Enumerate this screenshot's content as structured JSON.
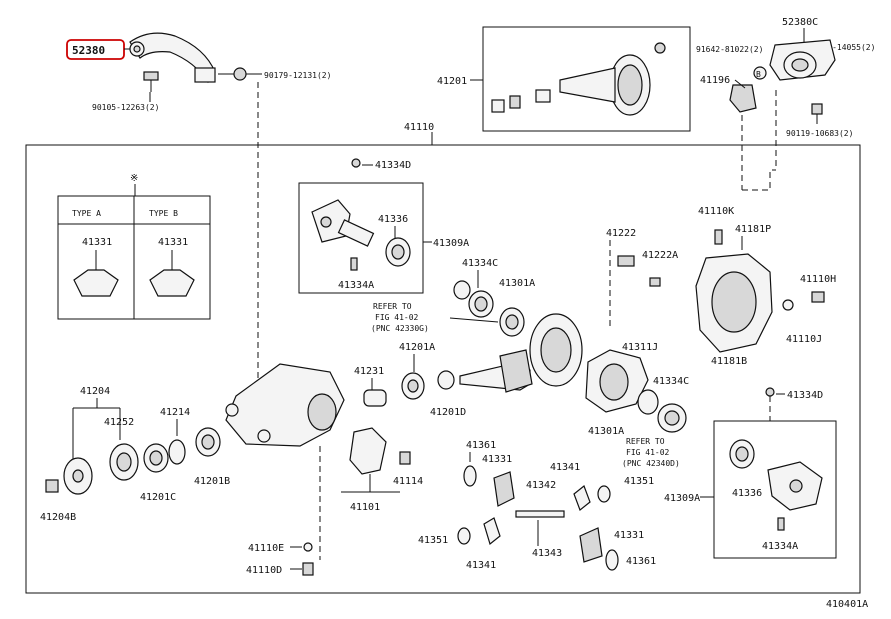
{
  "callouts": {
    "c_52380": "52380",
    "c_90105": "90105-12263(2)",
    "c_90179": "90179-12131(2)",
    "c_41201": "41201",
    "c_91642": "91642-81022(2)",
    "c_52380C": "52380C",
    "c_90119a": "90119-14055(2)",
    "c_41196": "41196",
    "c_90119b": "90119-10683(2)",
    "c_41110": "41110",
    "c_41334D_top": "41334D",
    "c_41336_top": "41336",
    "c_41309A_top": "41309A",
    "c_41334A_top": "41334A",
    "c_star": "※",
    "type_a": "TYPE A",
    "type_b": "TYPE B",
    "c_41331_a": "41331",
    "c_41331_b": "41331",
    "c_41334C_top": "41334C",
    "c_41301A_top": "41301A",
    "ref1_l1": "REFER TO",
    "ref1_l2": "FIG 41-02",
    "ref1_l3": "(PNC 42330G)",
    "c_41222": "41222",
    "c_41222A": "41222A",
    "c_41110K": "41110K",
    "c_41181P": "41181P",
    "c_41110H": "41110H",
    "c_41181B": "41181B",
    "c_41110J": "41110J",
    "c_41201A": "41201A",
    "c_41311J": "41311J",
    "c_41231": "41231",
    "c_41201D": "41201D",
    "c_41334C_mid": "41334C",
    "c_41334D_right": "41334D",
    "c_41204": "41204",
    "c_41252": "41252",
    "c_41214": "41214",
    "c_41301A_mid": "41301A",
    "ref2_l1": "REFER TO",
    "ref2_l2": "FIG 41-02",
    "ref2_l3": "(PNC 42340D)",
    "c_41361_top": "41361",
    "c_41331_mid": "41331",
    "c_41341_top": "41341",
    "c_41351_right": "41351",
    "c_41309A_right": "41309A",
    "c_41336_right": "41336",
    "c_41201B": "41201B",
    "c_41201C": "41201C",
    "c_41114": "41114",
    "c_41342": "41342",
    "c_41204B": "41204B",
    "c_41101": "41101",
    "c_41351_left": "41351",
    "c_41343": "41343",
    "c_41331_bot": "41331",
    "c_41361_bot": "41361",
    "c_41341_bot": "41341",
    "c_41334A_right": "41334A",
    "c_41110E": "41110E",
    "c_41110D": "41110D",
    "footer_code": "410401A"
  },
  "highlight_color": "#cc0000"
}
